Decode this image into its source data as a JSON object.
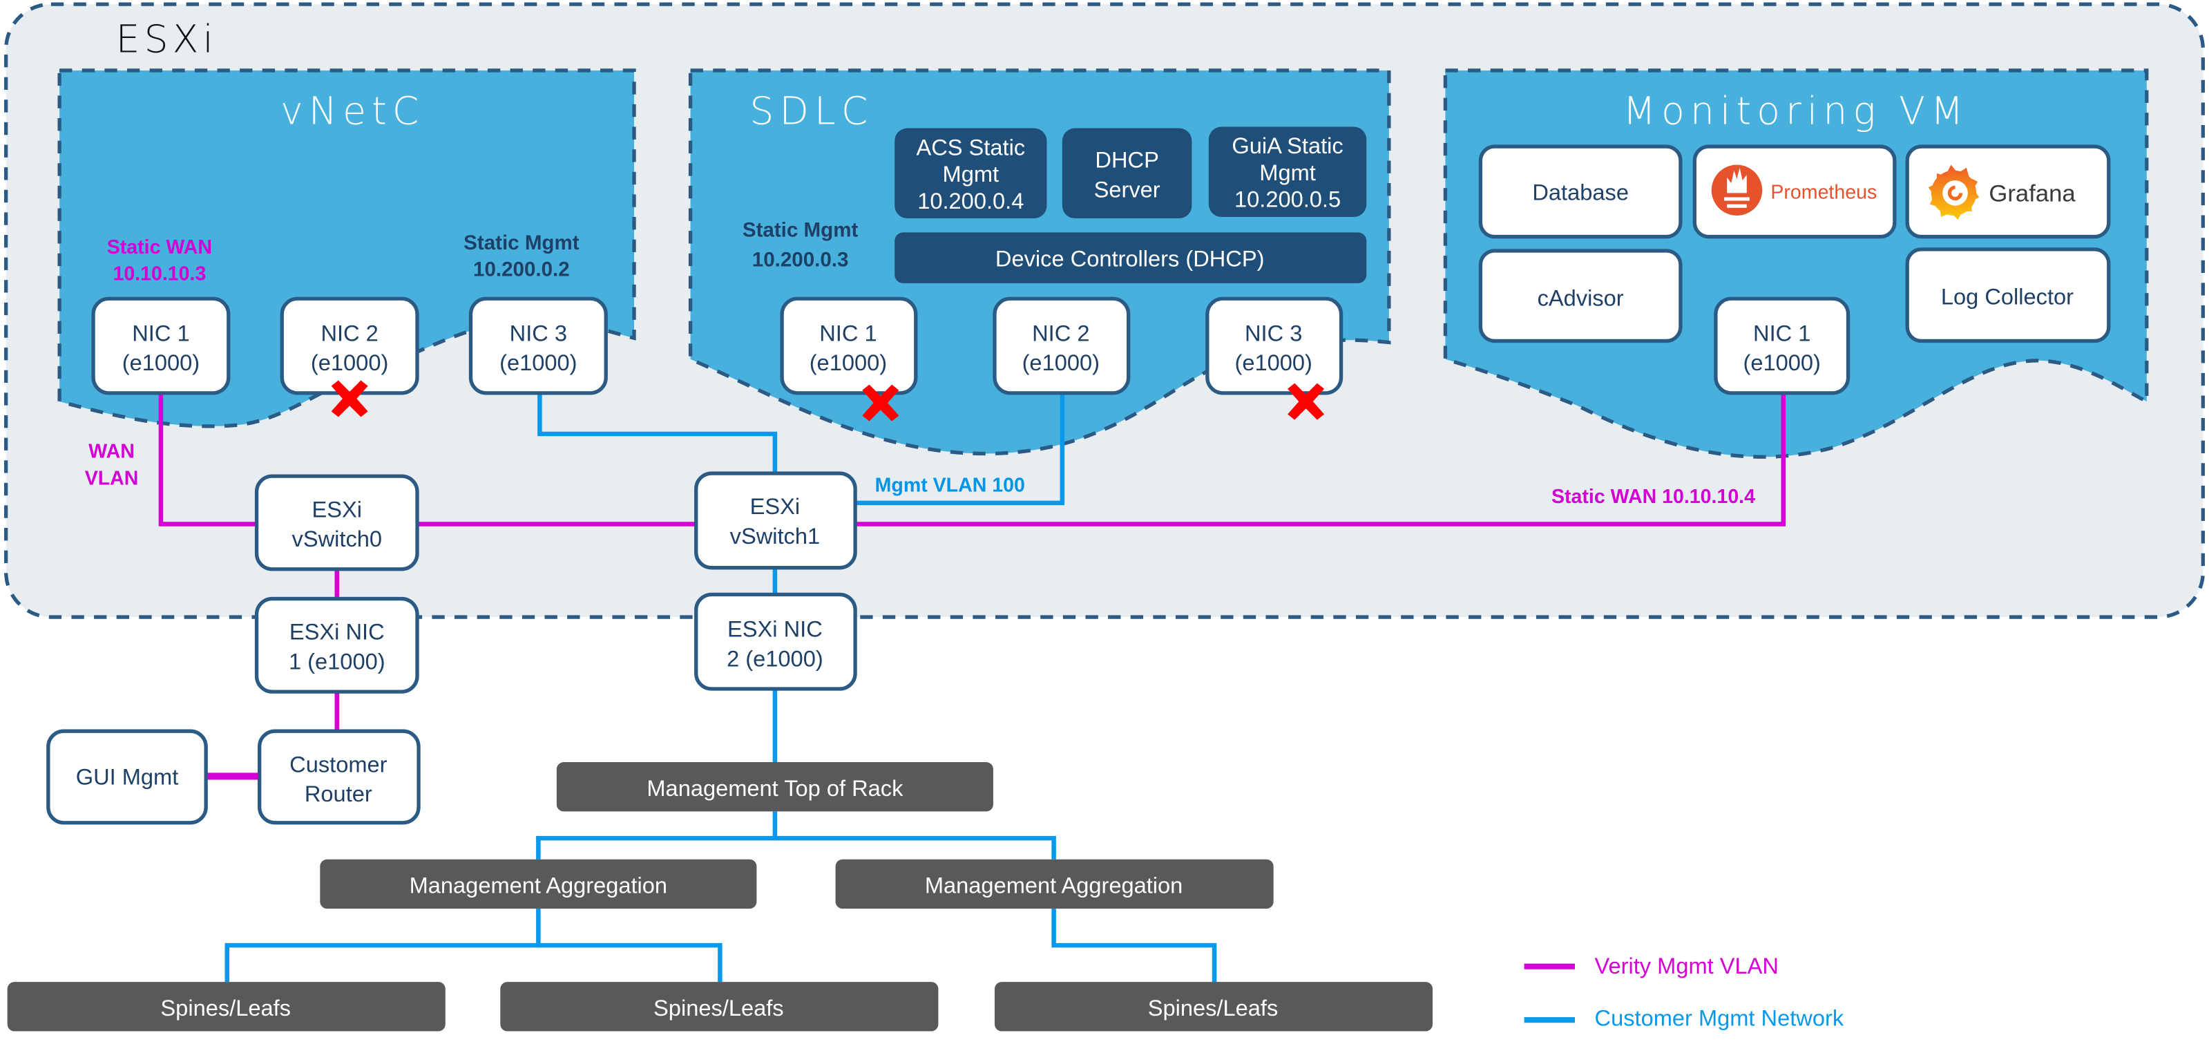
{
  "host": {
    "title": "ESXi"
  },
  "vms": {
    "vnetc": {
      "title": "vNetC",
      "labels": {
        "wan": [
          "Static WAN",
          "10.10.10.3"
        ],
        "mgmt": [
          "Static Mgmt",
          "10.200.0.2"
        ]
      },
      "nics": [
        {
          "name": "NIC 1",
          "type": "(e1000)",
          "disabled": false
        },
        {
          "name": "NIC 2",
          "type": "(e1000)",
          "disabled": true
        },
        {
          "name": "NIC 3",
          "type": "(e1000)",
          "disabled": false
        }
      ]
    },
    "sdlc": {
      "title": "SDLC",
      "labels": {
        "mgmt": [
          "Static Mgmt",
          "10.200.0.3"
        ]
      },
      "services": [
        {
          "lines": [
            "ACS Static",
            "Mgmt",
            "10.200.0.4"
          ]
        },
        {
          "lines": [
            "DHCP",
            "Server"
          ]
        },
        {
          "lines": [
            "GuiA Static",
            "Mgmt",
            "10.200.0.5"
          ]
        }
      ],
      "device_controllers": "Device Controllers (DHCP)",
      "nics": [
        {
          "name": "NIC 1",
          "type": "(e1000)",
          "disabled": true
        },
        {
          "name": "NIC 2",
          "type": "(e1000)",
          "disabled": false
        },
        {
          "name": "NIC 3",
          "type": "(e1000)",
          "disabled": true
        }
      ]
    },
    "monitoring": {
      "title": "Monitoring VM",
      "services": {
        "database": "Database",
        "prometheus": "Prometheus",
        "grafana": "Grafana",
        "cadvisor": "cAdvisor",
        "log_collector": "Log Collector"
      },
      "nic": {
        "name": "NIC 1",
        "type": "(e1000)"
      }
    }
  },
  "switches": {
    "vswitch0": [
      "ESXi",
      "vSwitch0"
    ],
    "vswitch1": [
      "ESXi",
      "vSwitch1"
    ],
    "esxi_nic1": [
      "ESXi NIC",
      "1 (e1000)"
    ],
    "esxi_nic2": [
      "ESXi NIC",
      "2 (e1000)"
    ]
  },
  "external": {
    "gui_mgmt": "GUI Mgmt",
    "customer_router": [
      "Customer",
      "Router"
    ],
    "top_of_rack": "Management Top of Rack",
    "aggregation": [
      "Management Aggregation",
      "Management Aggregation"
    ],
    "spines_leafs": [
      "Spines/Leafs",
      "Spines/Leafs",
      "Spines/Leafs"
    ]
  },
  "link_labels": {
    "wan_vlan": [
      "WAN",
      "VLAN"
    ],
    "mgmt_vlan_100": "Mgmt VLAN 100",
    "static_wan_monitoring": "Static WAN 10.10.10.4"
  },
  "legend": [
    {
      "label": "Verity Mgmt VLAN",
      "color": "#d600d6"
    },
    {
      "label": "Customer Mgmt Network",
      "color": "#0a99ea"
    }
  ],
  "colors": {
    "verity_mgmt_vlan": "#d600d6",
    "customer_mgmt_network": "#0a99ea",
    "vm_fill": "#47b0dc",
    "host_fill": "#e8edf2",
    "border": "#2b5a84",
    "dark_box": "#1f4e79",
    "gray_box": "#595959",
    "disabled_mark": "#ff0000"
  }
}
